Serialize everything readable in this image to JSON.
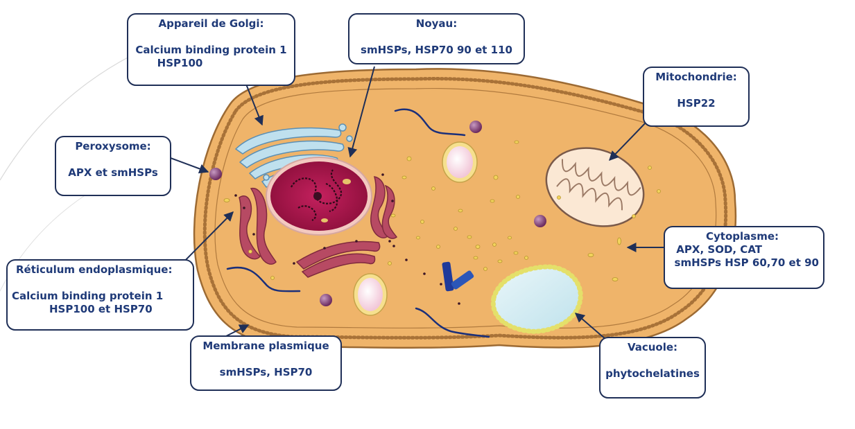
{
  "labels": {
    "golgi": {
      "title": "Appareil de Golgi:",
      "lines": [
        "Calcium binding protein 1",
        "HSP100"
      ]
    },
    "noyau": {
      "title": "Noyau:",
      "lines": [
        "smHSPs, HSP70 90 et 110"
      ]
    },
    "mitochondrie": {
      "title": "Mitochondrie:",
      "lines": [
        "HSP22"
      ]
    },
    "peroxysome": {
      "title": "Peroxysome:",
      "lines": [
        "APX et smHSPs"
      ]
    },
    "cytoplasme": {
      "title": "Cytoplasme:",
      "lines": [
        "APX, SOD, CAT",
        "smHSPs HSP 60,70 et 90"
      ]
    },
    "reticulum": {
      "title": "Réticulum  endoplasmique:",
      "lines": [
        "Calcium binding protein 1",
        "HSP100 et HSP70"
      ]
    },
    "membrane": {
      "title": "Membrane plasmique",
      "lines": [
        "smHSPs, HSP70"
      ]
    },
    "vacuole": {
      "title": "Vacuole:",
      "lines": [
        "phytochelatines"
      ]
    }
  },
  "colors": {
    "cytoplasm": "#efb46a",
    "membrane_stroke": "#9c6a33",
    "nucleus": "#b3154f",
    "label_text": "#1f3a78",
    "label_border": "#1f2f57",
    "arrow": "#1f2f57"
  }
}
